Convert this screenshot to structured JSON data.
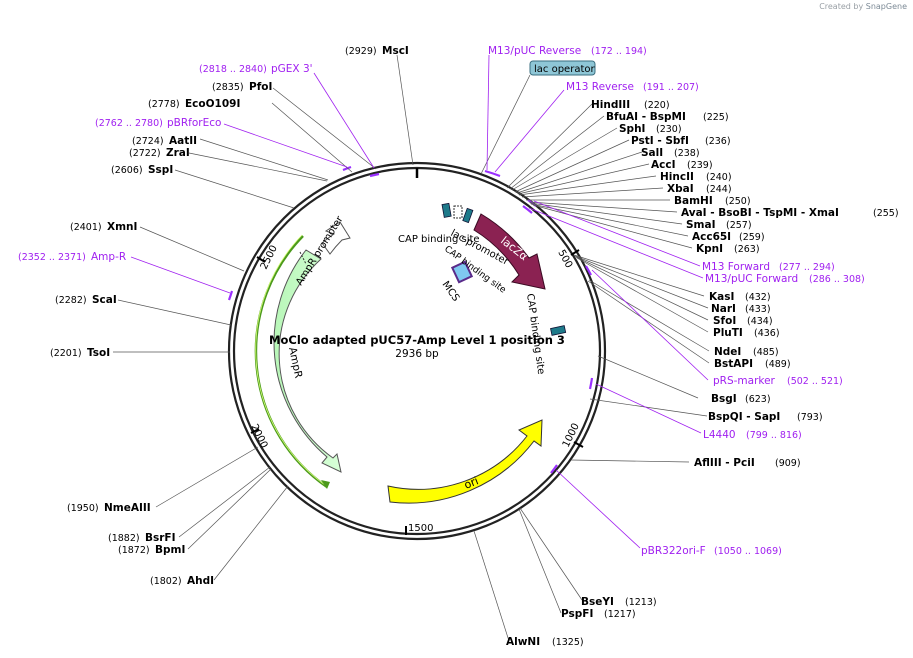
{
  "credit": {
    "prefix": "Created by",
    "brand": "SnapGene"
  },
  "plasmid": {
    "name": "MoClo adapted pUC57-Amp Level 1 position 3",
    "length": "2936 bp"
  },
  "ticks": [
    "500",
    "1000",
    "1500",
    "2000",
    "2500"
  ],
  "features": {
    "lacZa": "lacZα",
    "ori": "ori",
    "ampr": "AmpR",
    "ampr_promoter": "AmpR promoter",
    "lac_promoter": "lac promoter",
    "cap1": "CAP binding site",
    "cap2": "CAP binding site",
    "mcs": "MCS",
    "lac_operator": "lac operator"
  },
  "sites": [
    {
      "name": "MscI",
      "pos": "(2929)"
    },
    {
      "name": "PfoI",
      "pos": "(2835)"
    },
    {
      "name": "EcoO109I",
      "pos": "(2778)"
    },
    {
      "name": "AatII",
      "pos": "(2724)"
    },
    {
      "name": "ZraI",
      "pos": "(2722)"
    },
    {
      "name": "SspI",
      "pos": "(2606)"
    },
    {
      "name": "XmnI",
      "pos": "(2401)"
    },
    {
      "name": "ScaI",
      "pos": "(2282)"
    },
    {
      "name": "TsoI",
      "pos": "(2201)"
    },
    {
      "name": "NmeAIII",
      "pos": "(1950)"
    },
    {
      "name": "BsrFI",
      "pos": "(1882)"
    },
    {
      "name": "BpmI",
      "pos": "(1872)"
    },
    {
      "name": "AhdI",
      "pos": "(1802)"
    },
    {
      "name": "AlwNI",
      "pos": "(1325)"
    },
    {
      "name": "PspFI",
      "pos": "(1217)"
    },
    {
      "name": "BseYI",
      "pos": "(1213)"
    },
    {
      "name": "AflIII - PciI",
      "pos": "(909)"
    },
    {
      "name": "BspQI - SapI",
      "pos": "(793)"
    },
    {
      "name": "BsgI",
      "pos": "(623)"
    },
    {
      "name": "BstAPI",
      "pos": "(489)"
    },
    {
      "name": "NdeI",
      "pos": "(485)"
    },
    {
      "name": "PluTI",
      "pos": "(436)"
    },
    {
      "name": "SfoI",
      "pos": "(434)"
    },
    {
      "name": "NarI",
      "pos": "(433)"
    },
    {
      "name": "KasI",
      "pos": "(432)"
    },
    {
      "name": "KpnI",
      "pos": "(263)"
    },
    {
      "name": "Acc65I",
      "pos": "(259)"
    },
    {
      "name": "SmaI",
      "pos": "(257)"
    },
    {
      "name": "AvaI - BsoBI - TspMI - XmaI",
      "pos": "(255)"
    },
    {
      "name": "BamHI",
      "pos": "(250)"
    },
    {
      "name": "XbaI",
      "pos": "(244)"
    },
    {
      "name": "HincII",
      "pos": "(240)"
    },
    {
      "name": "AccI",
      "pos": "(239)"
    },
    {
      "name": "SalI",
      "pos": "(238)"
    },
    {
      "name": "PstI - SbfI",
      "pos": "(236)"
    },
    {
      "name": "SphI",
      "pos": "(230)"
    },
    {
      "name": "BfuAI - BspMI",
      "pos": "(225)"
    },
    {
      "name": "HindIII",
      "pos": "(220)"
    }
  ],
  "primers": [
    {
      "name": "M13/pUC Reverse",
      "pos": "(172 .. 194)"
    },
    {
      "name": "M13 Reverse",
      "pos": "(191 .. 207)"
    },
    {
      "name": "pGEX 3'",
      "pos": "(2818 .. 2840)"
    },
    {
      "name": "pBRforEco",
      "pos": "(2762 .. 2780)"
    },
    {
      "name": "Amp-R",
      "pos": "(2352 .. 2371)"
    },
    {
      "name": "M13 Forward",
      "pos": "(277 .. 294)"
    },
    {
      "name": "M13/pUC Forward",
      "pos": "(286 .. 308)"
    },
    {
      "name": "pRS-marker",
      "pos": "(502 .. 521)"
    },
    {
      "name": "L4440",
      "pos": "(799 .. 816)"
    },
    {
      "name": "pBR322ori-F",
      "pos": "(1050 .. 1069)"
    }
  ]
}
